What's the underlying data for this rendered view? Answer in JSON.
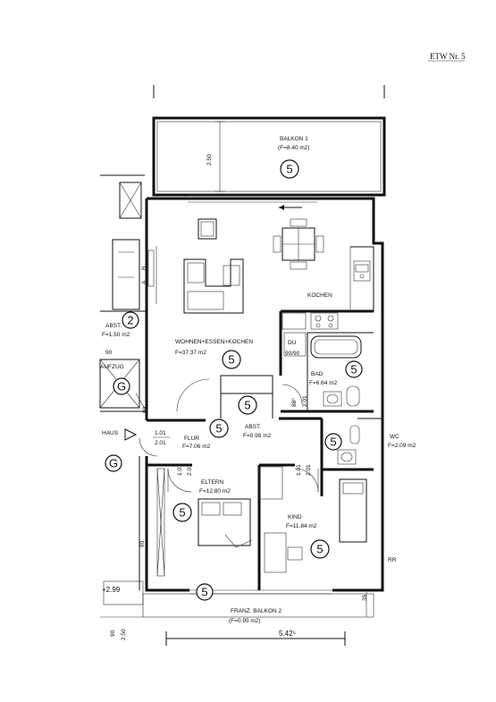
{
  "header": {
    "unit_label": "ETW Nr. 5"
  },
  "unit_number": "5",
  "rooms": {
    "balkon1": {
      "name": "BALKON 1",
      "area": "(F=8.40 m2)"
    },
    "wohnen": {
      "name": "WOHNEN+ESSEN+KOCHEN",
      "area": "F=37.37 m2"
    },
    "kochen": {
      "name": "KOCHEN"
    },
    "du": {
      "name": "DU",
      "size": "90/90"
    },
    "bad": {
      "name": "BAD",
      "area": "F=6.64 m2"
    },
    "abst": {
      "name": "ABST.",
      "area": "F=0.98 m2"
    },
    "flur": {
      "name": "FLUR",
      "area": "F=7.06 m2"
    },
    "wc": {
      "name": "WC",
      "area": "F=2.09 m2"
    },
    "eltern": {
      "name": "ELTERN",
      "area": "F=12.80 m2"
    },
    "kind": {
      "name": "KIND",
      "area": "F=11.84 m2"
    },
    "balkon2": {
      "name": "FRANZ. BALKON 2",
      "area": "(F=0.95 m2)"
    }
  },
  "neighbor": {
    "abst_label": "ABST.",
    "abst_area": "F=1.50 m2",
    "aufzug": "AUFZUG",
    "haus": "HAUS",
    "g": "G",
    "two": "2",
    "level": "+2.99",
    "stair_a": "A",
    "stair_b": "B",
    "hinge": "90"
  },
  "door_sizes": {
    "flur_top": "1.01",
    "flur_bottom": "2.01",
    "eltern_top": "1.01",
    "eltern_bottom": "2.01",
    "kind_top": "1.01",
    "kind_bottom": "2.01",
    "bad_top": "88⁵",
    "bad_bottom": "2.01",
    "left_side": "90"
  },
  "dimensions": {
    "balcony_depth": "2.50",
    "bottom_width": "5.42⁵",
    "bottom_left_top": "90",
    "bottom_left_bottom": "2.50",
    "side_35": "35",
    "rr": "RR"
  }
}
